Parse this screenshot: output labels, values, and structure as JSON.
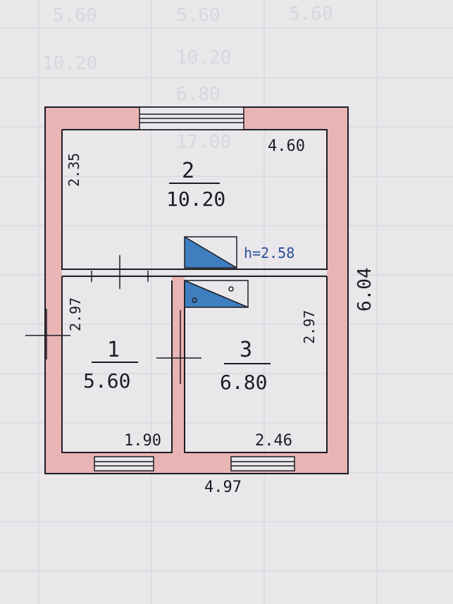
{
  "rooms": [
    {
      "number": "2",
      "area": "10.20",
      "width": "4.60",
      "depth": "2.35"
    },
    {
      "number": "1",
      "area": "5.60",
      "width": "1.90",
      "depth": "2.97"
    },
    {
      "number": "3",
      "area": "6.80",
      "width": "2.46",
      "depth": "2.97"
    }
  ],
  "overall": {
    "width": "4.97",
    "depth": "6.04",
    "height": "h=2.58"
  },
  "background_rows": [
    "5.60",
    "10.20",
    "6.80",
    "17.00"
  ],
  "colors": {
    "paper": "#e9e7ea",
    "wall": "#e9b4b4",
    "ink": "#1c1c24",
    "stair": "#3f7fc0"
  }
}
